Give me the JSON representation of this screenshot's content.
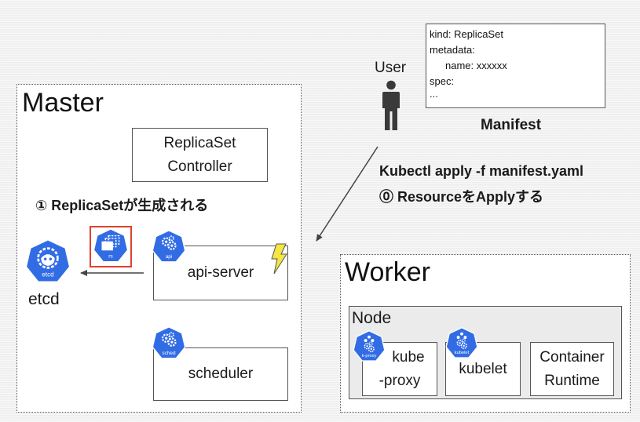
{
  "user": {
    "label": "User",
    "icon": "person-icon"
  },
  "manifest": {
    "title": "Manifest",
    "lines": [
      "kind: ReplicaSet",
      "metadata:",
      "name: xxxxxx",
      "spec:",
      "..."
    ]
  },
  "command": {
    "line1": "Kubectl apply -f manifest.yaml",
    "line2": "⓪ ResourceをApplyする"
  },
  "master": {
    "title": "Master",
    "replicaset_controller": [
      "ReplicaSet",
      "Controller"
    ],
    "step1": "① ReplicaSetが生成される",
    "etcd_label": "etcd",
    "etcd_icon_label": "etcd",
    "rs_icon_label": "rs",
    "api_server_label": "api-server",
    "api_icon_label": "api",
    "scheduler_label": "scheduler",
    "sched_icon_label": "sched"
  },
  "worker": {
    "title": "Worker",
    "node_title": "Node",
    "kube_proxy": [
      "kube",
      "-proxy"
    ],
    "kproxy_icon_label": "k-proxy",
    "kubelet_label": "kubelet",
    "kubelet_icon_label": "kubelet",
    "container_runtime": [
      "Container",
      "Runtime"
    ]
  },
  "colors": {
    "k8s_blue": "#326ce5",
    "highlight_red": "#e0412a",
    "lightning_yellow": "#f5e642"
  }
}
